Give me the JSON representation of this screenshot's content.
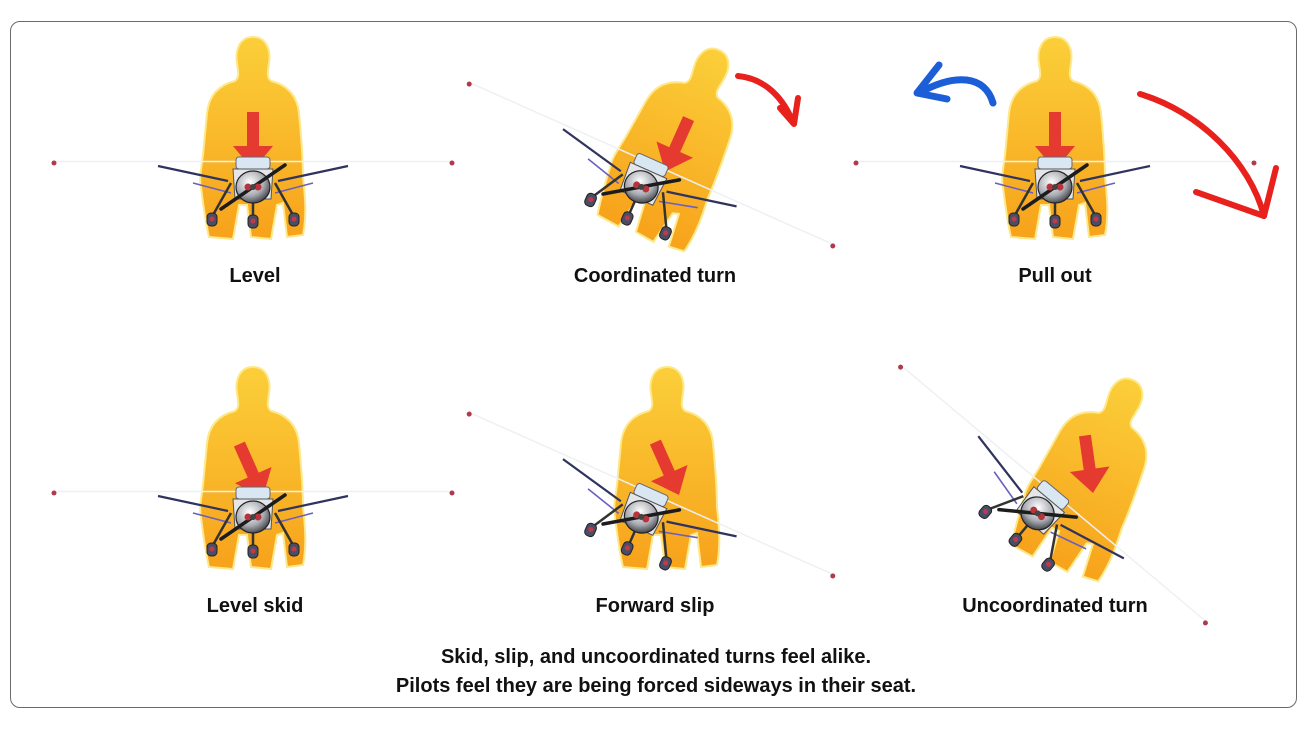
{
  "panels": [
    {
      "label": "Level"
    },
    {
      "label": "Coordinated turn"
    },
    {
      "label": "Pull out"
    },
    {
      "label": "Level skid"
    },
    {
      "label": "Forward slip"
    },
    {
      "label": "Uncoordinated turn"
    }
  ],
  "caption": {
    "line1": "Skid, slip, and uncoordinated turns feel alike.",
    "line2": "Pilots feel they are being forced sideways in their seat."
  },
  "colors": {
    "pilot": "#f9b51c",
    "force_arrow": "#e53a30",
    "motion_red": "#e8211d",
    "motion_blue": "#1b5ed8",
    "wing": "#c9ccd3",
    "strut": "#3b3e6b"
  }
}
